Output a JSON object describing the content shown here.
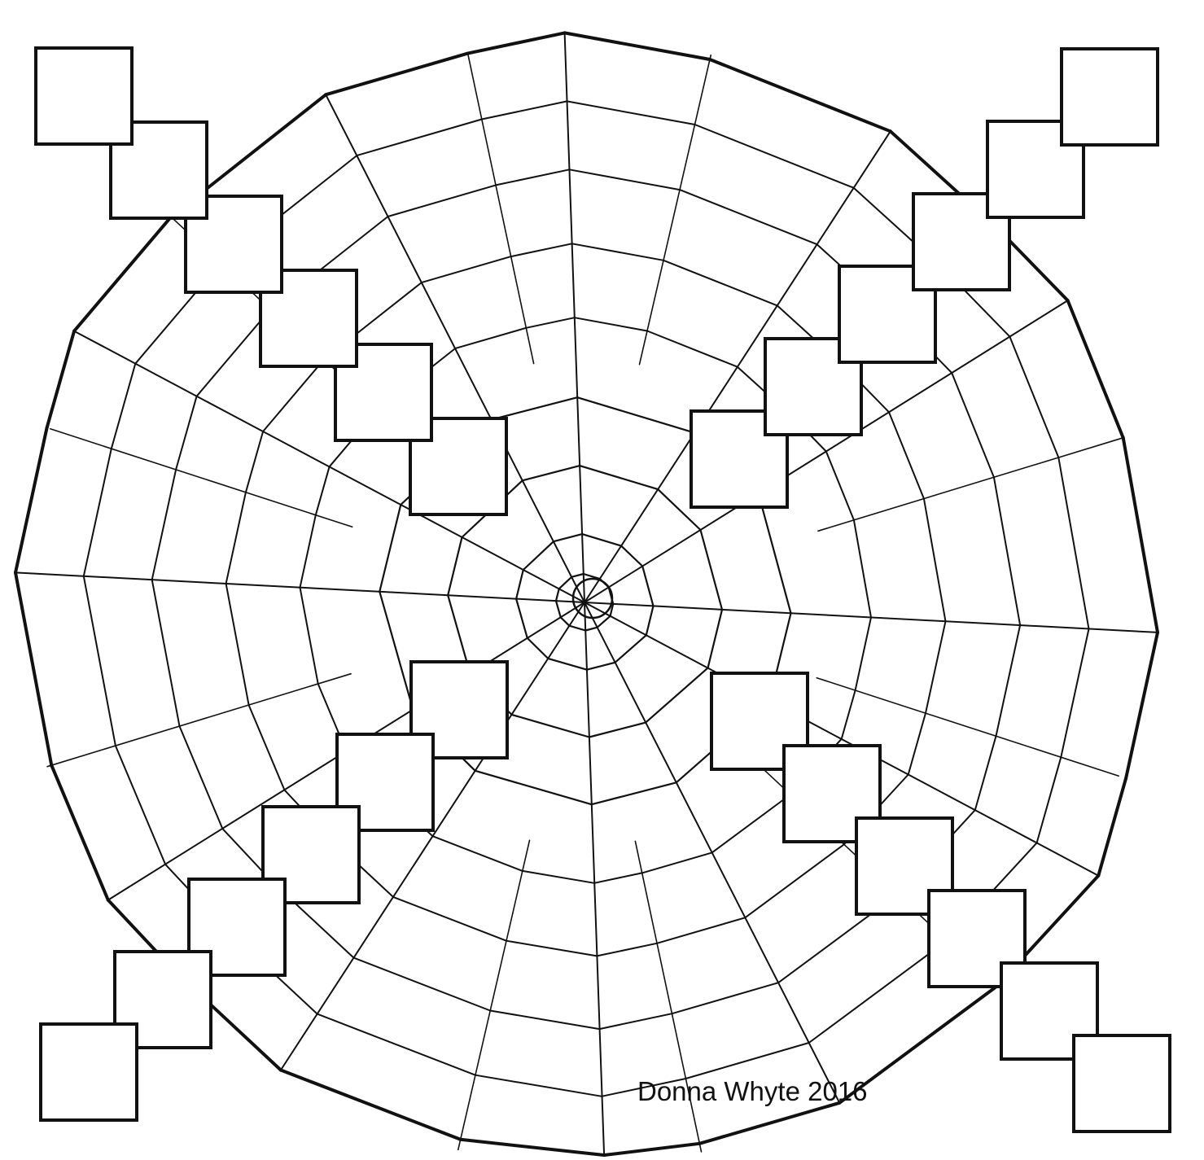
{
  "credit": {
    "text": "Donna Whyte 2016"
  },
  "colors": {
    "ink": "#111111",
    "box_fill": "#ffffff",
    "background": "#ffffff"
  },
  "worksheet": {
    "boxes_per_arm": 6,
    "arms": [
      "top-left",
      "top-right",
      "bottom-left",
      "bottom-right"
    ],
    "box_state": "empty"
  }
}
